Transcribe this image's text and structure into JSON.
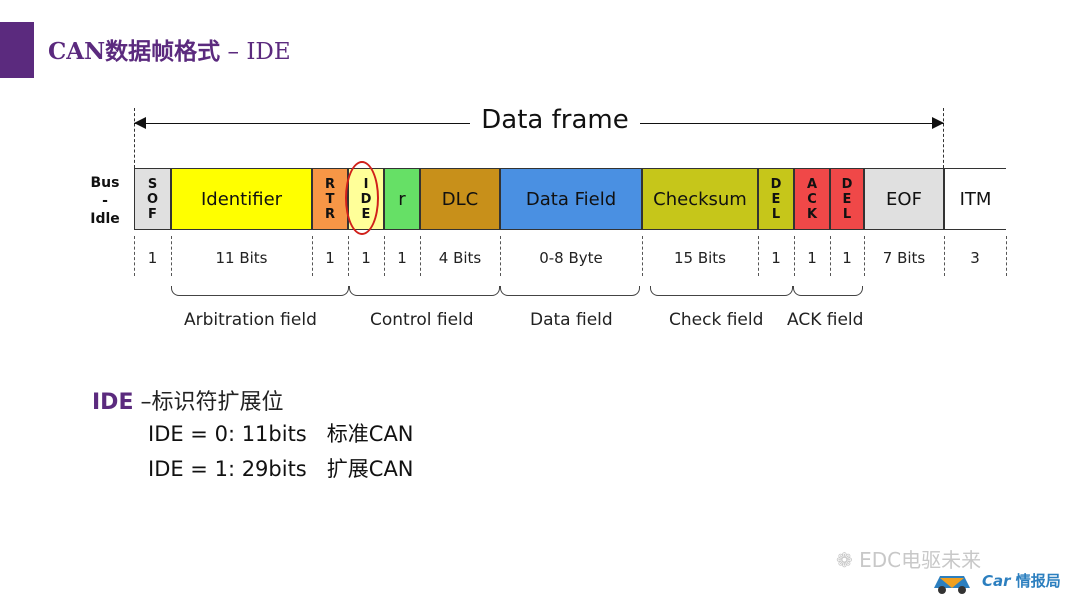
{
  "title": {
    "main": "CAN数据帧格式",
    "dash": " – ",
    "sub": "IDE"
  },
  "frame": {
    "label": "Data frame",
    "bus_idle": [
      "Bus",
      "-",
      "Idle"
    ]
  },
  "fields": [
    {
      "id": "sof",
      "label": "SOF",
      "vertical": true,
      "color": "#e0e0e0",
      "bits": "1"
    },
    {
      "id": "identifier",
      "label": "Identifier",
      "vertical": false,
      "color": "#ffff00",
      "bits": "11 Bits"
    },
    {
      "id": "rtr",
      "label": "RTR",
      "vertical": true,
      "color": "#f79646",
      "bits": "1"
    },
    {
      "id": "ide",
      "label": "IDE",
      "vertical": true,
      "color": "#ffff99",
      "bits": "1"
    },
    {
      "id": "r",
      "label": "r",
      "vertical": false,
      "color": "#66e066",
      "bits": "1"
    },
    {
      "id": "dlc",
      "label": "DLC",
      "vertical": false,
      "color": "#c8901a",
      "bits": "4 Bits"
    },
    {
      "id": "data-field",
      "label": "Data Field",
      "vertical": false,
      "color": "#4a90e2",
      "bits": "0-8 Byte"
    },
    {
      "id": "checksum",
      "label": "Checksum",
      "vertical": false,
      "color": "#c6c61a",
      "bits": "15 Bits"
    },
    {
      "id": "del1",
      "label": "DEL",
      "vertical": true,
      "color": "#c6c61a",
      "bits": "1"
    },
    {
      "id": "ack",
      "label": "ACK",
      "vertical": true,
      "color": "#f04848",
      "bits": "1"
    },
    {
      "id": "del2",
      "label": "DEL",
      "vertical": true,
      "color": "#f04848",
      "bits": "1"
    },
    {
      "id": "eof",
      "label": "EOF",
      "vertical": false,
      "color": "#e0e0e0",
      "bits": "7 Bits"
    },
    {
      "id": "itm",
      "label": "ITM",
      "vertical": false,
      "color": "#ffffff",
      "bits": "3"
    }
  ],
  "groups": [
    "Arbitration field",
    "Control field",
    "Data field",
    "Check field",
    "ACK field"
  ],
  "ide_section": {
    "keyword": "IDE",
    "desc": " –标识符扩展位",
    "lines": [
      "IDE = 0: 11bits   标准CAN",
      "IDE = 1: 29bits   扩展CAN"
    ]
  },
  "watermark": {
    "text": "EDC电驱未来",
    "brand_car": "Car",
    "brand_cn": "情报局"
  },
  "colors": {
    "accent": "#5b2a7e",
    "highlight": "#d0201a"
  }
}
